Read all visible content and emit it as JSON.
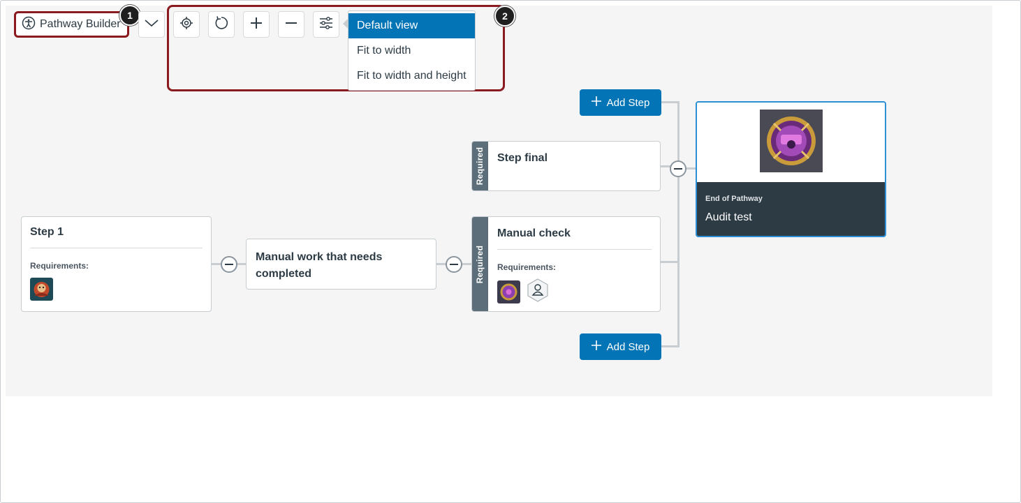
{
  "toolbar": {
    "pathway_label": "Pathway Builder",
    "callout_1": "1",
    "callout_2": "2",
    "icons": [
      "accessibility-icon",
      "chevron-down-icon",
      "target-icon",
      "reset-icon",
      "zoom-in-icon",
      "zoom-out-icon",
      "settings-sliders-icon"
    ]
  },
  "view_menu": {
    "items": [
      "Default view",
      "Fit to width",
      "Fit to width and height"
    ],
    "selected": "Default view"
  },
  "nodes": {
    "step1": {
      "title": "Step 1",
      "requirements_label": "Requirements:"
    },
    "manual_work": {
      "title": "Manual work that needs completed"
    },
    "step_final": {
      "title": "Step final",
      "tag": "Required"
    },
    "manual_check": {
      "title": "Manual check",
      "tag": "Required",
      "requirements_label": "Requirements:"
    },
    "end": {
      "label": "End of Pathway",
      "name": "Audit test"
    }
  },
  "buttons": {
    "add_step_top": "Add Step",
    "add_step_bottom": "Add Step"
  },
  "colors": {
    "accent": "#0374b5",
    "callout_border": "#8b1a1e",
    "end_card_dark": "#2d3b45",
    "required_tag": "#5c6e7a"
  }
}
